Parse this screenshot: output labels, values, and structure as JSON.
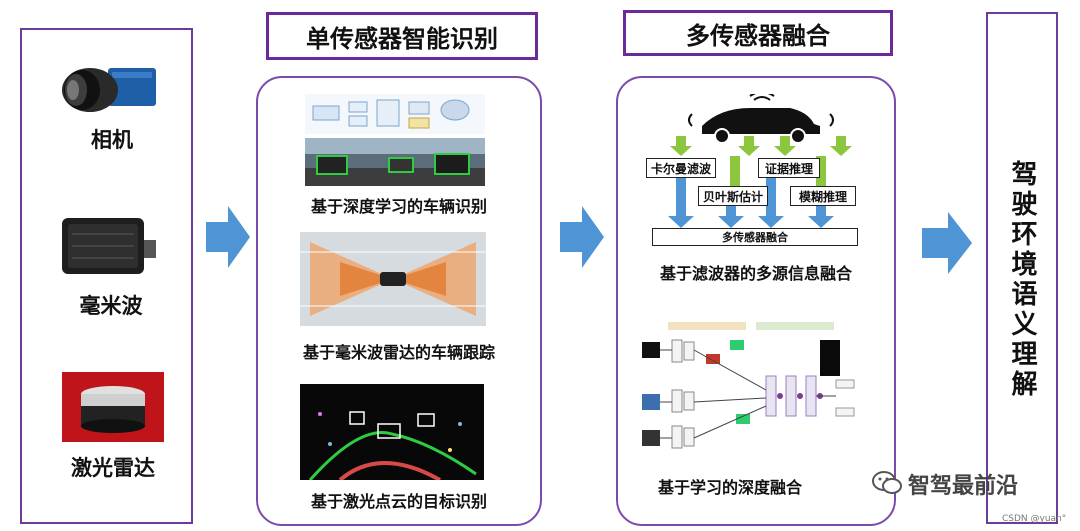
{
  "sensors": {
    "camera_label": "相机",
    "radar_label": "毫米波",
    "lidar_label": "激光雷达"
  },
  "single": {
    "title": "单传感器智能识别",
    "caption1": "基于深度学习的车辆识别",
    "caption2": "基于毫米波雷达的车辆跟踪",
    "caption3": "基于激光点云的目标识别"
  },
  "multi": {
    "title": "多传感器融合",
    "kalman": "卡尔曼滤波",
    "evidence": "证据推理",
    "bayes": "贝叶斯估计",
    "fuzzy": "模糊推理",
    "fusion_bar": "多传感器融合",
    "caption1": "基于滤波器的多源信息融合",
    "caption2": "基于学习的深度融合"
  },
  "output": {
    "label": "驾驶环境语义理解"
  },
  "watermark": {
    "brand": "智驾最前沿",
    "csdn": "CSDN @yuan°"
  },
  "colors": {
    "frame_purple": "#6a3d9a",
    "arrow_blue": "#4f94d4",
    "arrow_green": "#8cc63f"
  }
}
